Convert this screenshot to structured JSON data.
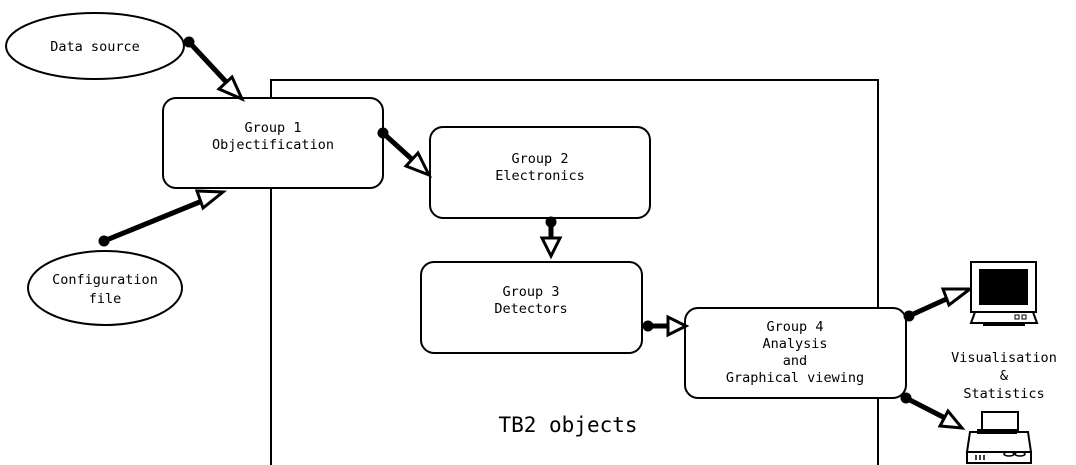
{
  "nodes": {
    "data_source": {
      "label": "Data source"
    },
    "config_file": {
      "lines": [
        "Configuration",
        "file"
      ]
    },
    "group1": {
      "lines": [
        "Group 1",
        "Objectification"
      ]
    },
    "group2": {
      "lines": [
        "Group 2",
        "Electronics"
      ]
    },
    "group3": {
      "lines": [
        "Group 3",
        "Detectors"
      ]
    },
    "group4": {
      "lines": [
        "Group 4",
        "Analysis",
        "and",
        "Graphical viewing"
      ]
    }
  },
  "container": {
    "label": "TB2 objects"
  },
  "output": {
    "lines": [
      "Visualisation",
      "&",
      "Statistics"
    ]
  },
  "icons": {
    "monitor": "monitor-icon",
    "printer": "printer-icon"
  },
  "colors": {
    "stroke": "#000000",
    "background": "#ffffff"
  }
}
